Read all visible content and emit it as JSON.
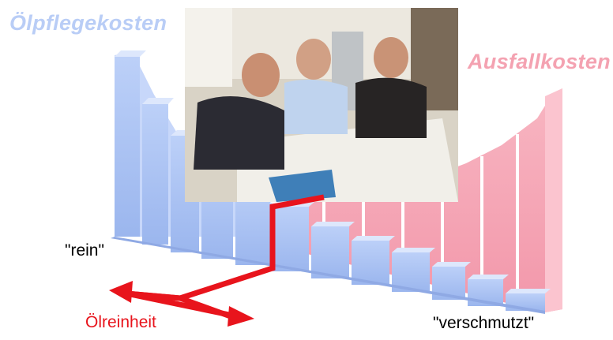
{
  "texts": {
    "title_left": "Ölpflegekosten",
    "title_right": "Ausfallkosten",
    "label_clean": "\"rein\"",
    "label_dirty": "\"verschmutzt\"",
    "axis_label": "Ölreinheit"
  },
  "photo": {
    "description_icon": "meeting-photo"
  },
  "colors": {
    "blue_bar": "#a9c1f3",
    "blue_bar_dark": "#8fa9e4",
    "pink_bar": "#f6a0b0",
    "pink_bar_dark": "#f08aa0",
    "red_line": "#e8141c"
  }
}
